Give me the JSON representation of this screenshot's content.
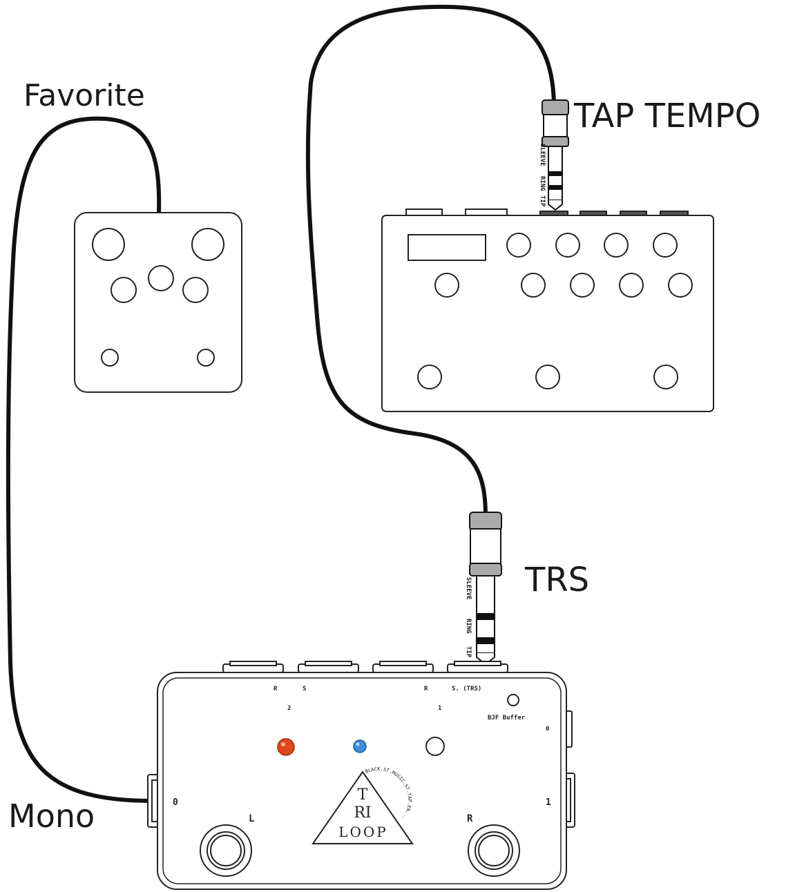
{
  "labels": {
    "favorite": "Favorite",
    "tap_tempo": "TAP TEMPO",
    "trs": "TRS",
    "mono": "Mono"
  },
  "plug_bands": {
    "sleeve": "SLEEVE",
    "ring": "RING",
    "tip": "TIP"
  },
  "tri_loop": {
    "jack_labels": [
      "R",
      "S",
      "R",
      "S. (TRS)"
    ],
    "loop_numbers": [
      "2",
      "1"
    ],
    "buffer_label": "BJF Buffer",
    "right_side_top": "0",
    "right_side_bottom": "1",
    "left_side": "0",
    "switch_left": "L",
    "switch_right": "R",
    "logo_line1": "T",
    "logo_line2": "RI",
    "logo_line3": "LOOP",
    "logo_arc": "BLACK.ST.MUSIC.ST.TAP.EN..."
  },
  "colors": {
    "led_red": "#e0461c",
    "led_blue": "#3b8fe0",
    "cable": "#111111",
    "outline": "#222222"
  }
}
